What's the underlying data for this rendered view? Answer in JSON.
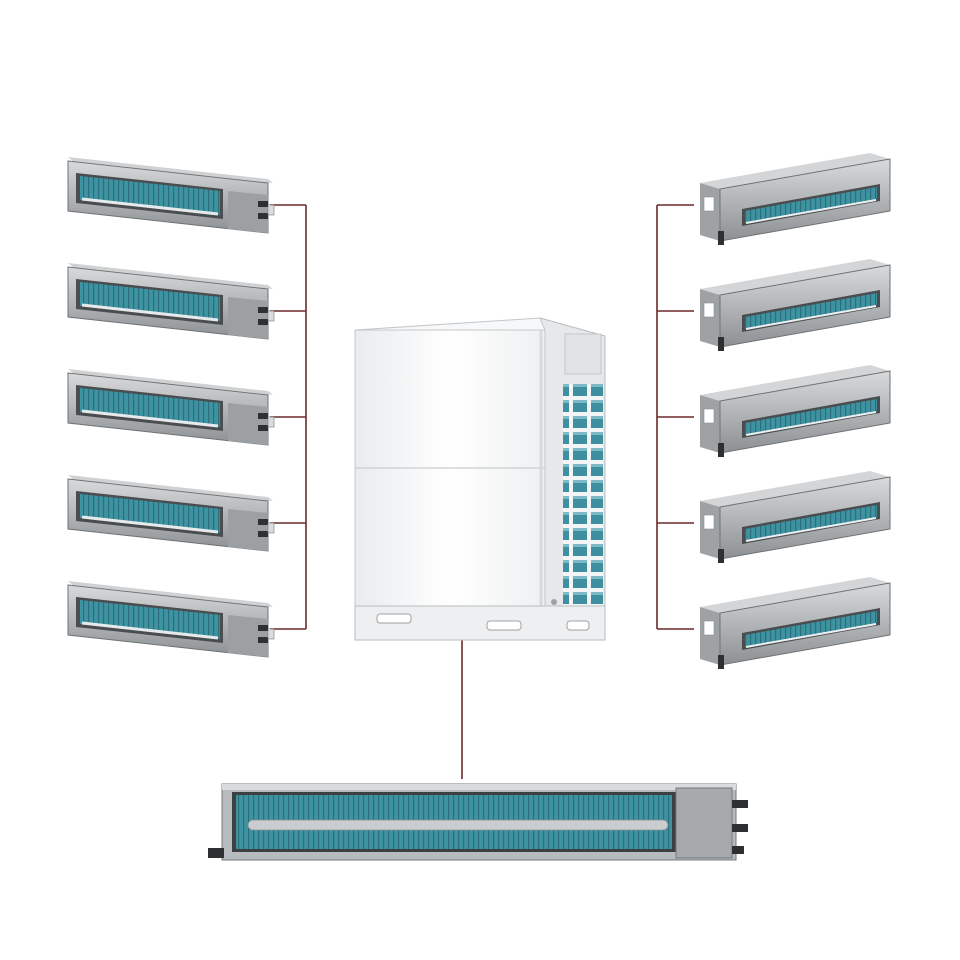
{
  "diagram": {
    "title": "",
    "caption": "",
    "colors": {
      "background": "#ffffff",
      "connector": "#6b2a2a",
      "coil": "#3b8a98",
      "coil_dark": "#24616c",
      "casing": "#b7b9bb",
      "casing_dark": "#7d8082",
      "outdoor_body": "#f4f5f6"
    },
    "outdoor_unit": {
      "name": "outdoor-vrf-unit",
      "icon": "outdoor-unit-icon"
    },
    "left_indoor_units": {
      "count": 5,
      "icon": "ducted-indoor-unit-icon",
      "style": "front-facing"
    },
    "right_indoor_units": {
      "count": 5,
      "icon": "ducted-indoor-unit-icon",
      "style": "angled"
    },
    "bottom_indoor_unit": {
      "icon": "slim-duct-indoor-unit-icon",
      "style": "long-front"
    }
  }
}
